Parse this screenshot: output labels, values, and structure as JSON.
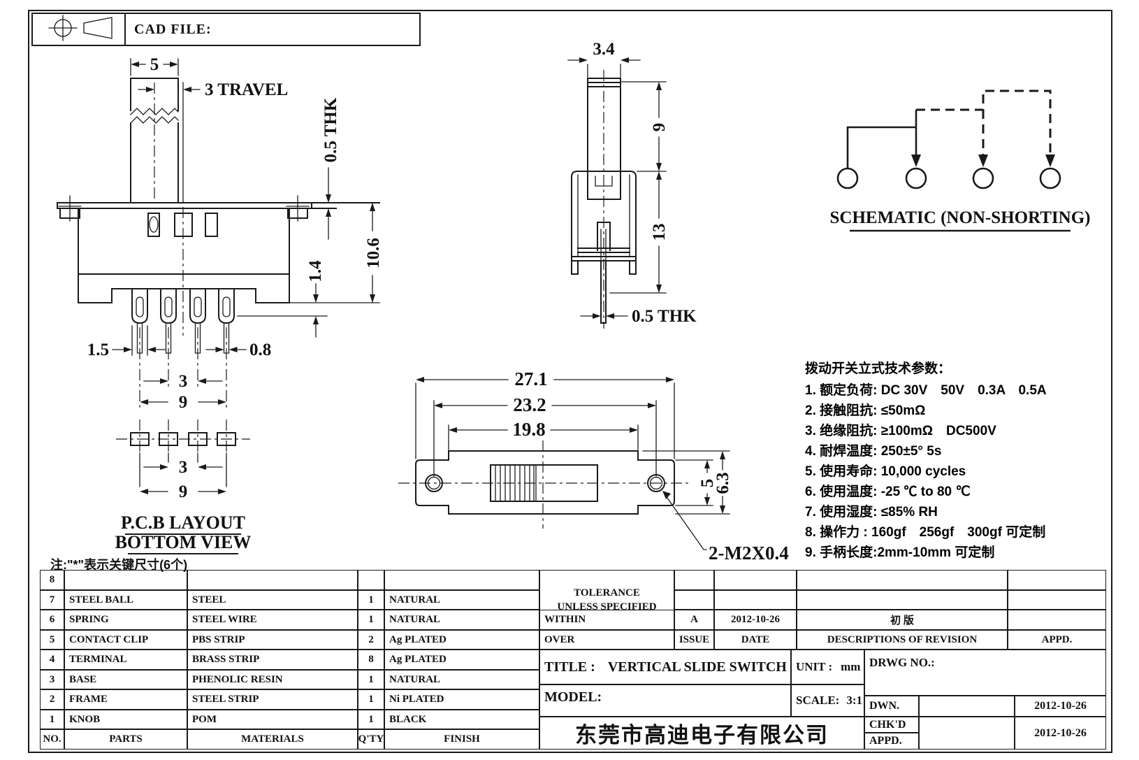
{
  "page": {
    "cad_file_label": "CAD FILE:",
    "note": "注:\"*\"表示关键尺寸(6个)"
  },
  "front_view": {
    "dim_width": "5",
    "dim_travel": "3 TRAVEL",
    "dim_flange_thk": "0.5 THK",
    "dim_height": "10.6",
    "dim_standoff": "1.4",
    "dim_pin_width": "1.5",
    "dim_tail_width": "0.8",
    "dim_pitch": "3",
    "dim_span": "9"
  },
  "pcb_layout": {
    "dim_pitch": "3",
    "dim_span": "9",
    "title_line1": "P.C.B LAYOUT",
    "title_line2": "BOTTOM VIEW"
  },
  "side_view": {
    "dim_width": "3.4",
    "dim_handle_height": "9",
    "dim_body_height": "13",
    "dim_pin_thk": "0.5 THK"
  },
  "top_view": {
    "dim_overall_length": "27.1",
    "dim_hole_spacing": "23.2",
    "dim_slot_length": "19.8",
    "dim_frame_width": "5",
    "dim_overall_width": "6.3",
    "screw_callout": "2-M2X0.4"
  },
  "schematic": {
    "title": "SCHEMATIC (NON-SHORTING)"
  },
  "tech_params": {
    "title": "拨动开关立式技术参数：",
    "items": [
      "1. 额定负荷: DC 30V　50V　0.3A　0.5A",
      "2. 接触阻抗: ≤50mΩ",
      "3. 绝缘阻抗: ≥100mΩ　DC500V",
      "4. 耐焊温度: 250±5°  5s",
      "5. 使用寿命: 10,000 cycles",
      "6. 使用温度: -25 ℃ to 80 ℃",
      "7. 使用湿度: ≤85% RH",
      "8. 操作力 : 160gf　256gf　300gf 可定制",
      "9. 手柄长度:2mm-10mm  可定制"
    ]
  },
  "parts_table": {
    "headers": {
      "no": "NO.",
      "parts": "PARTS",
      "materials": "MATERIALS",
      "qty": "Q'TY",
      "finish": "FINISH"
    },
    "rows": [
      {
        "no": "8",
        "parts": "",
        "materials": "",
        "qty": "",
        "finish": ""
      },
      {
        "no": "7",
        "parts": "STEEL BALL",
        "materials": "STEEL",
        "qty": "1",
        "finish": "NATURAL"
      },
      {
        "no": "6",
        "parts": "SPRING",
        "materials": "STEEL WIRE",
        "qty": "1",
        "finish": "NATURAL"
      },
      {
        "no": "5",
        "parts": "CONTACT CLIP",
        "materials": "PBS STRIP",
        "qty": "2",
        "finish": "Ag PLATED"
      },
      {
        "no": "4",
        "parts": "TERMINAL",
        "materials": "BRASS STRIP",
        "qty": "8",
        "finish": "Ag PLATED"
      },
      {
        "no": "3",
        "parts": "BASE",
        "materials": "PHENOLIC RESIN",
        "qty": "1",
        "finish": "NATURAL"
      },
      {
        "no": "2",
        "parts": "FRAME",
        "materials": "STEEL STRIP",
        "qty": "1",
        "finish": "Ni PLATED"
      },
      {
        "no": "1",
        "parts": "KNOB",
        "materials": "POM",
        "qty": "1",
        "finish": "BLACK"
      }
    ]
  },
  "revision_block": {
    "tolerance_line1": "TOLERANCE",
    "tolerance_line2": "UNLESS  SPECIFIED",
    "within_label": "WITHIN",
    "over_label": "OVER",
    "issue_value": "A",
    "date_value": "2012-10-26",
    "revision_value": "初  版",
    "issue_label": "ISSUE",
    "date_label": "DATE",
    "descriptions_label": "DESCRIPTIONS OF REVISION",
    "appd_label": "APPD."
  },
  "title_block": {
    "title_label": "TITLE :",
    "title_value": "VERTICAL SLIDE SWITCH",
    "unit_label": "UNIT :",
    "unit_value": "mm",
    "model_label": "MODEL:",
    "scale_label": "SCALE:",
    "scale_value": "3:1",
    "drwg_label": "DRWG NO.:",
    "company": "东莞市高迪电子有限公司",
    "dwn_label": "DWN.",
    "chkd_label": "CHK'D",
    "appd_label": "APPD.",
    "dwn_date": "2012-10-26",
    "chkd_date": "2012-10-26"
  }
}
